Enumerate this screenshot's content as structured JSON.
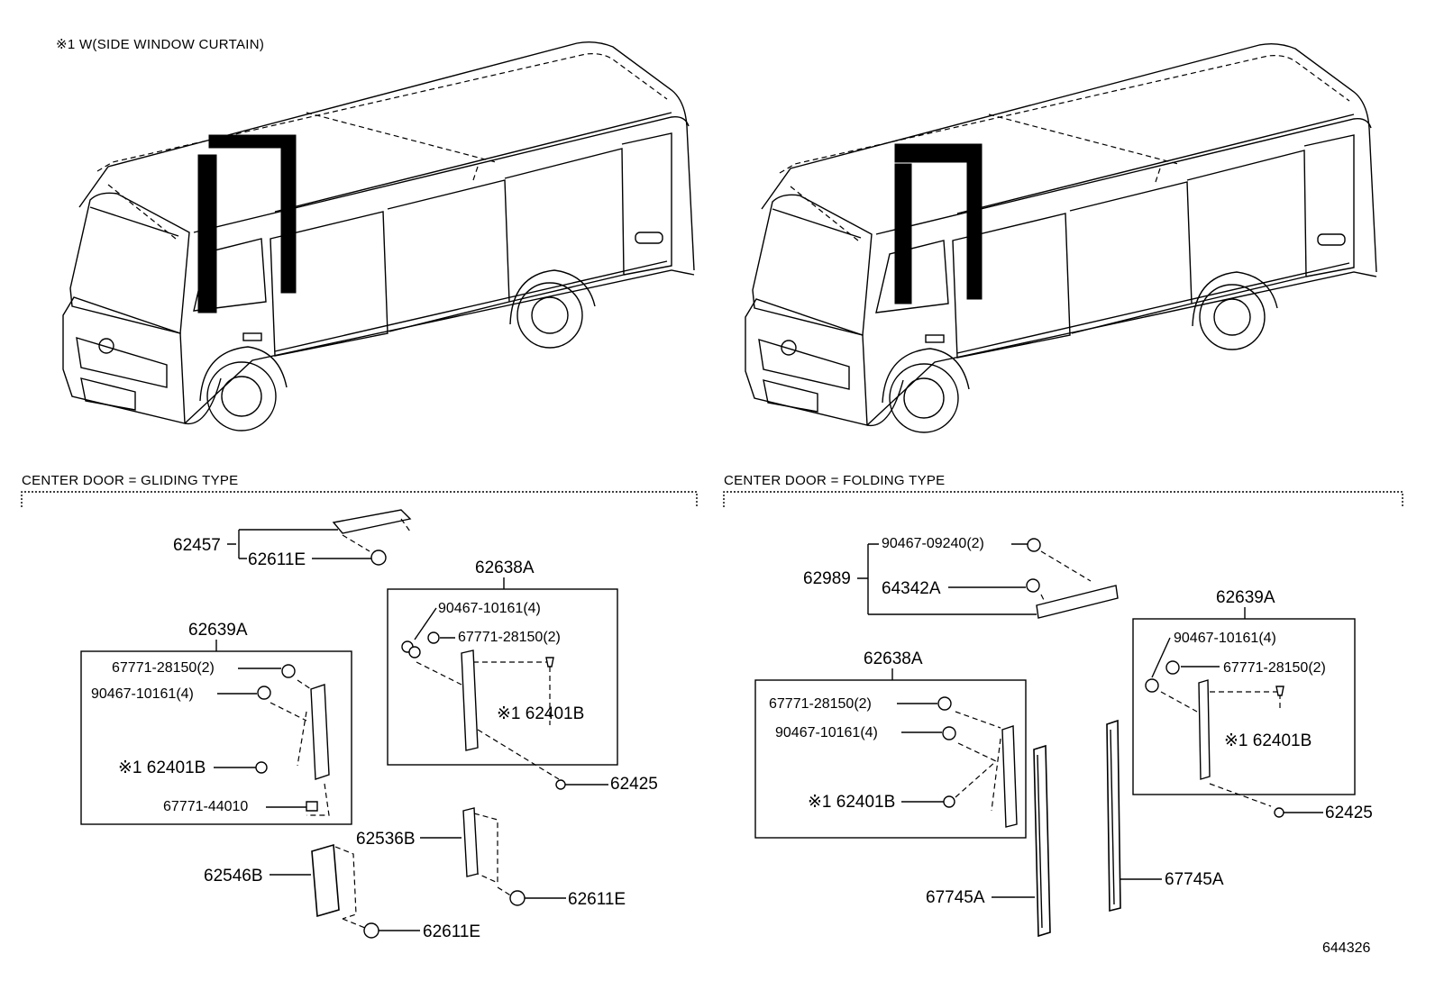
{
  "note": "※1 W(SIDE WINDOW CURTAIN)",
  "sections": {
    "left_title": "CENTER DOOR = GLIDING TYPE",
    "right_title": "CENTER DOOR = FOLDING TYPE"
  },
  "left": {
    "p62457": "62457",
    "p62611E_top": "62611E",
    "p62638A": "62638A",
    "p90467_10161_4_a": "90467-10161(4)",
    "p67771_28150_2_a": "67771-28150(2)",
    "p62401B_a": "※1 62401B",
    "p62425_a": "62425",
    "p62639A": "62639A",
    "p67771_28150_2_b": "67771-28150(2)",
    "p90467_10161_4_b": "90467-10161(4)",
    "p62401B_b": "※1 62401B",
    "p67771_44010": "67771-44010",
    "p62536B": "62536B",
    "p62546B": "62546B",
    "p62611E_mid": "62611E",
    "p62611E_bot": "62611E"
  },
  "right": {
    "p90467_09240_2": "90467-09240(2)",
    "p62989": "62989",
    "p64342A": "64342A",
    "p62639A": "62639A",
    "p90467_10161_4_a": "90467-10161(4)",
    "p67771_28150_2_a": "67771-28150(2)",
    "p62401B_a": "※1 62401B",
    "p62425": "62425",
    "p62638A": "62638A",
    "p67771_28150_2_b": "67771-28150(2)",
    "p90467_10161_4_b": "90467-10161(4)",
    "p62401B_b": "※1 62401B",
    "p67745A_a": "67745A",
    "p67745A_b": "67745A"
  },
  "drawing_number": "644326"
}
